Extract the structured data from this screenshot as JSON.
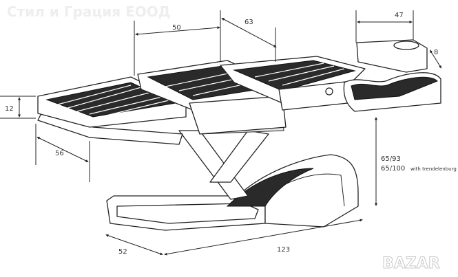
{
  "watermark": "Стил и Грация ЕООД",
  "logo": "BAZAR",
  "dimensions": {
    "backrest_length": "50",
    "seat_length": "63",
    "leg_rest_length": "47",
    "leg_rest_height": "8",
    "cushion_thickness": "12",
    "width": "56",
    "height_range": "65/93",
    "height_range_trend": "65/100",
    "height_range_trend_note": "with trendelenburg",
    "base_width": "52",
    "total_length": "123"
  }
}
